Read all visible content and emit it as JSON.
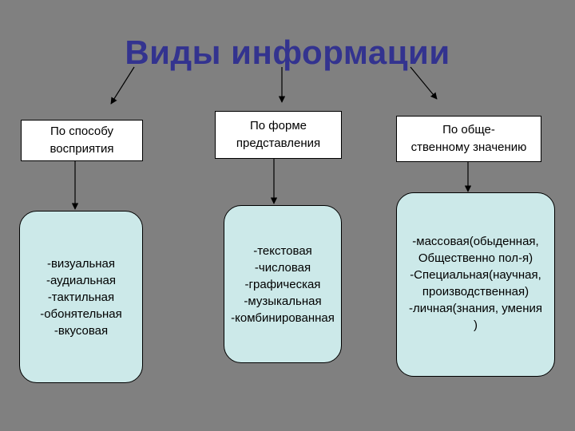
{
  "title": "Виды информации",
  "categories": [
    {
      "label_lines": [
        "По способу",
        "восприятия"
      ],
      "items": [
        "-визуальная",
        "-аудиальная",
        "-тактильная",
        "-обонятельная",
        "-вкусовая"
      ]
    },
    {
      "label_lines": [
        "По форме",
        "представления"
      ],
      "items": [
        "-текстовая",
        "-числовая",
        "-графическая",
        "-музыкальная",
        "-комбинированная"
      ]
    },
    {
      "label_lines": [
        "По обще-",
        "ственному значению"
      ],
      "items": [
        "-массовая(обыденная,",
        "Общественно пол-я)",
        "-Специальная(научная,",
        "производственная)",
        "-личная(знания, умения",
        ")"
      ]
    }
  ]
}
